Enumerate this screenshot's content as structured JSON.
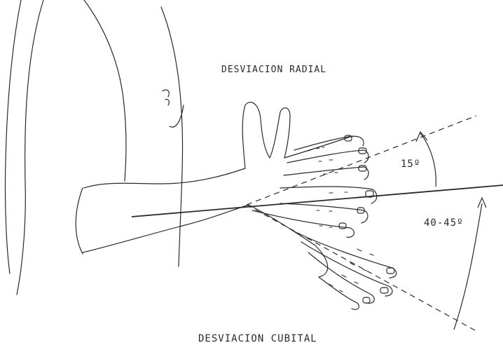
{
  "labels": {
    "radial": "DESVIACION RADIAL",
    "cubital": "DESVIACION CUBITAL",
    "radial_angle": "15º",
    "cubital_angle": "40-45º"
  },
  "measurements": {
    "radial_deviation_deg": 15,
    "cubital_deviation_deg_min": 40,
    "cubital_deviation_deg_max": 45
  },
  "colors": {
    "ink": "#2a2a2a",
    "background": "#ffffff"
  }
}
